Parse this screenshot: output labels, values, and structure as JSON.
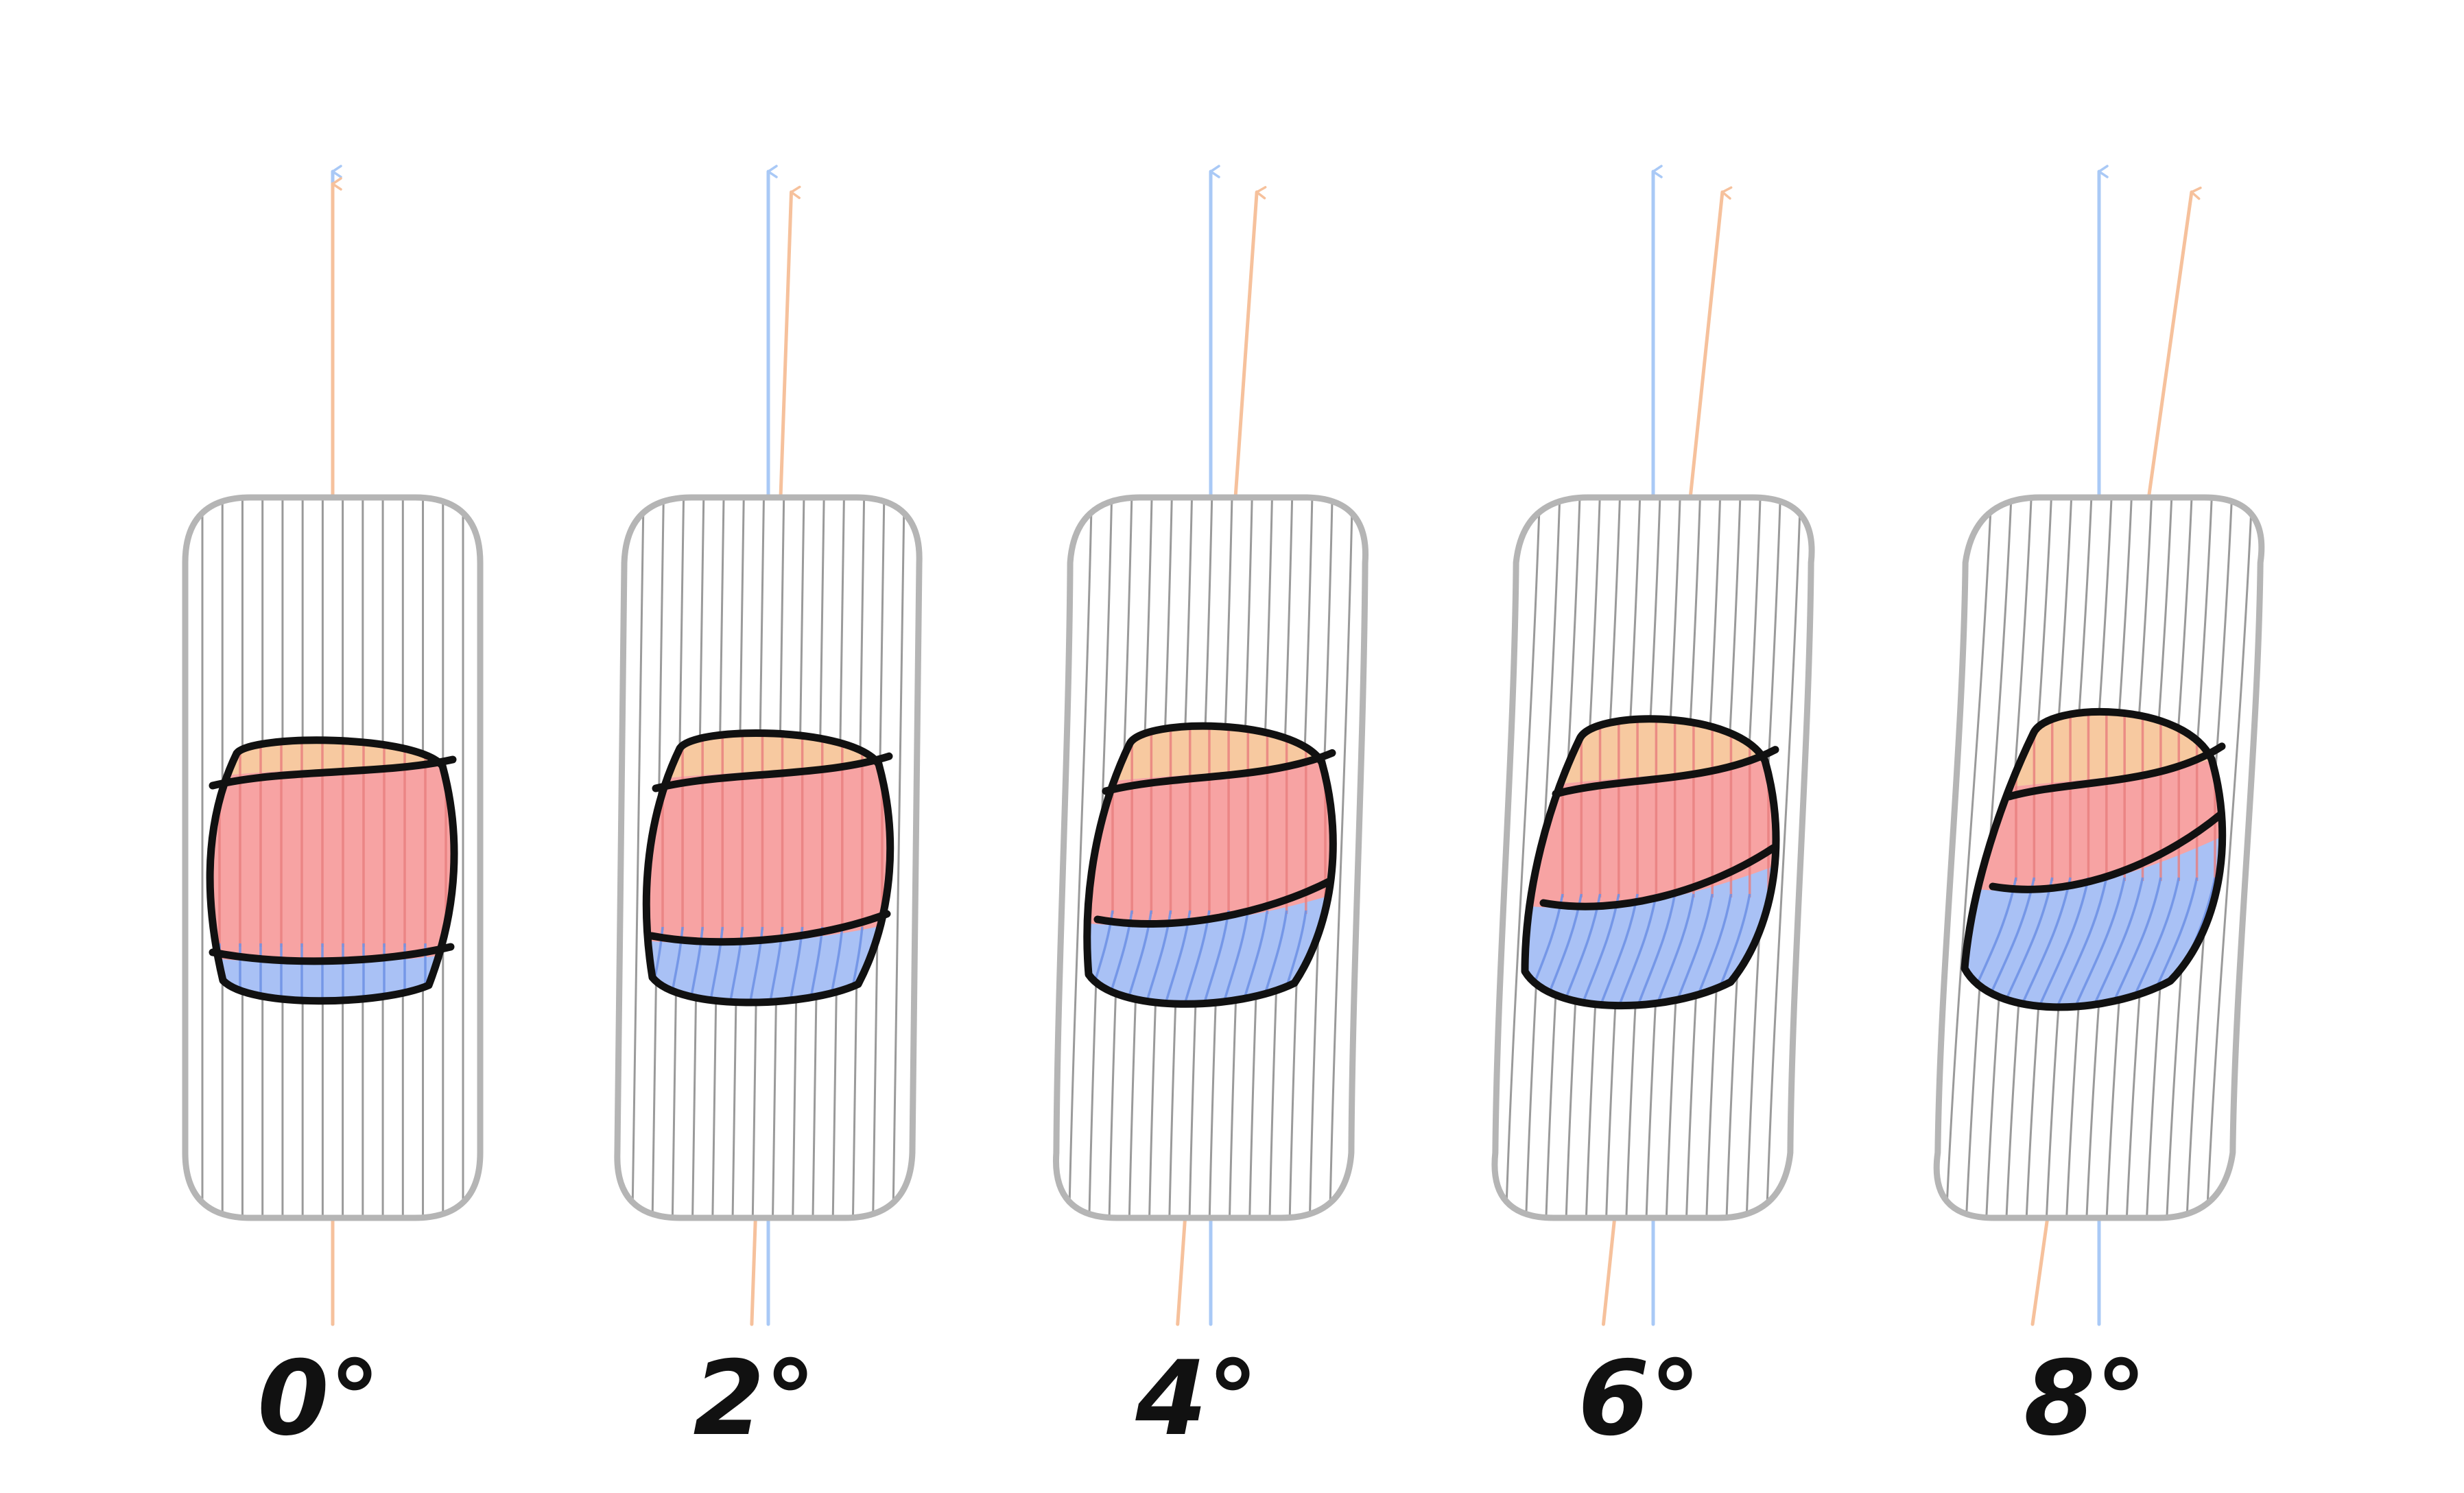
{
  "panels": [
    {
      "label": "0°",
      "tilt_deg": 0
    },
    {
      "label": "2°",
      "tilt_deg": 2
    },
    {
      "label": "4°",
      "tilt_deg": 4
    },
    {
      "label": "6°",
      "tilt_deg": 6
    },
    {
      "label": "8°",
      "tilt_deg": 8
    }
  ],
  "colors": {
    "background": "#ffffff",
    "frame_stroke": "#b5b5b5",
    "frame_lines": "#9a9a9a",
    "reference_axis": "#a9c9f6",
    "tilted_axis": "#f6c19c",
    "top_cap": "#f7c9a0",
    "front_face": "#f7a3a3",
    "front_face_lines": "#e77d7d",
    "bottom_face": "#a9c1f5",
    "bottom_face_lines": "#6f92e6",
    "outline": "#111111"
  }
}
